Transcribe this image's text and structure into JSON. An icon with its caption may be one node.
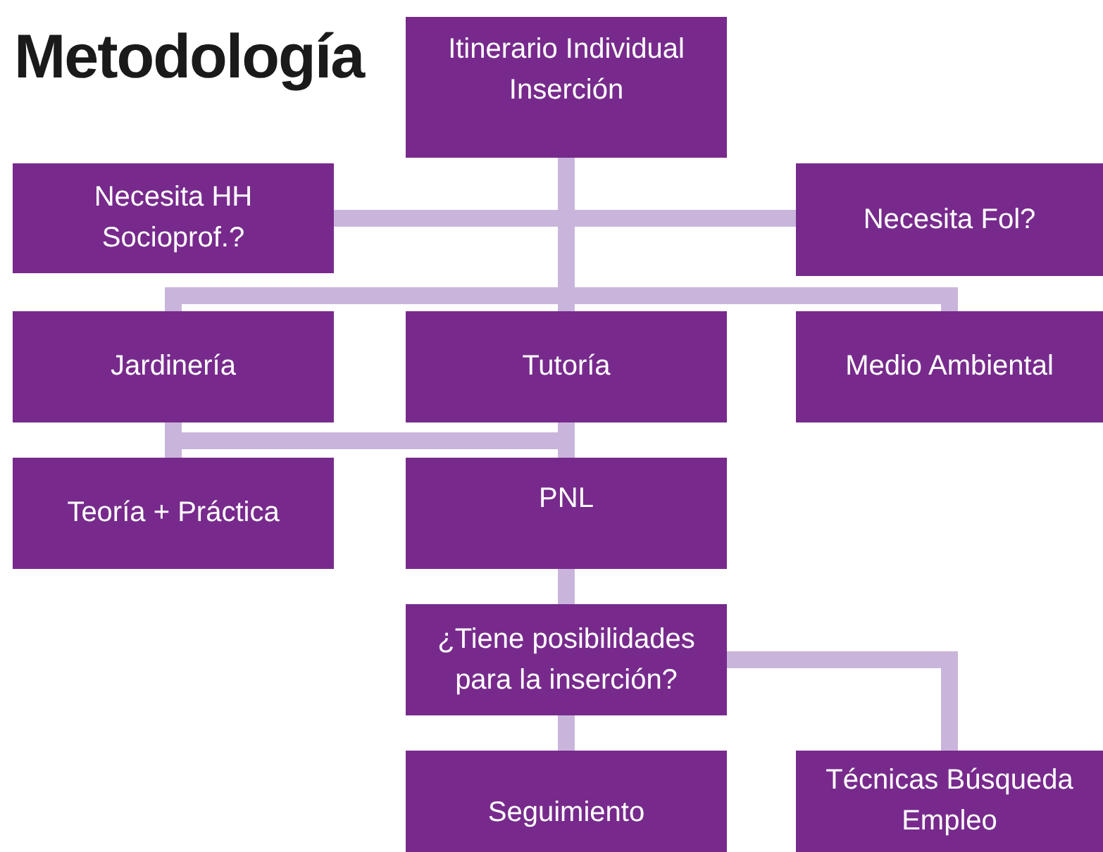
{
  "diagram": {
    "title": "Metodología",
    "nodes": [
      {
        "text": [
          "Itinerario Individual Inserción"
        ]
      },
      {
        "text": [
          "Necesita HH Socioprof.?"
        ]
      },
      {
        "text": [
          "Necesita Fol?"
        ]
      },
      {
        "text": [
          "Jardinería"
        ]
      },
      {
        "text": [
          "Tutoría"
        ]
      },
      {
        "text": [
          "Medio Ambiental"
        ]
      },
      {
        "text": [
          "Teoría + Práctica"
        ]
      },
      {
        "text": [
          "PNL"
        ]
      },
      {
        "text": [
          "¿Tiene posibilidades para la inserción?"
        ]
      },
      {
        "text": [
          "Seguimiento"
        ]
      },
      {
        "text": [
          "Técnicas Búsqueda Empleo"
        ]
      }
    ],
    "edges": [
      {
        "from": 0,
        "to": 1,
        "arrow": "none"
      },
      {
        "from": 0,
        "to": 2,
        "arrow": "none"
      },
      {
        "from": 0,
        "to": 3,
        "arrow": "none"
      },
      {
        "from": 0,
        "to": 4,
        "arrow": "none"
      },
      {
        "from": 0,
        "to": 5,
        "arrow": "none"
      },
      {
        "from": 3,
        "to": 6,
        "arrow": "none"
      },
      {
        "from": 4,
        "to": 7,
        "arrow": "none"
      },
      {
        "from": 4,
        "to": 6,
        "arrow": "none"
      },
      {
        "from": 7,
        "to": 8,
        "arrow": "none"
      },
      {
        "from": 8,
        "to": 9,
        "arrow": "none"
      },
      {
        "from": 8,
        "to": 10,
        "arrow": "none"
      }
    ]
  }
}
